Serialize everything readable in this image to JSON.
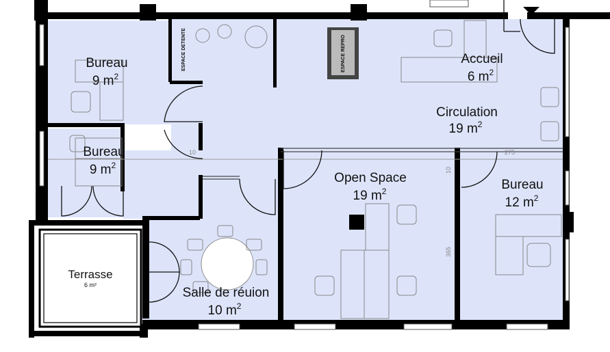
{
  "rooms": {
    "bureau_1": {
      "name": "Bureau",
      "area_num": "9 m",
      "area_sup": "2"
    },
    "bureau_2": {
      "name": "Bureau",
      "area_num": "9 m",
      "area_sup": "2"
    },
    "accueil": {
      "name": "Accueil",
      "area_num": "6 m",
      "area_sup": "2"
    },
    "circulation": {
      "name": "Circulation",
      "area_num": "19 m",
      "area_sup": "2"
    },
    "open_space": {
      "name": "Open Space",
      "area_num": "19 m",
      "area_sup": "2"
    },
    "bureau_3": {
      "name": "Bureau",
      "area_num": "12 m",
      "area_sup": "2"
    },
    "terrasse": {
      "name": "Terrasse",
      "area_small": "6 m²"
    },
    "salle_reunion": {
      "name": "Salle de réuion",
      "area_num": "10 m",
      "area_sup": "2"
    }
  },
  "zones": {
    "espace_detente": "ESPACE DETENTE",
    "espace_repro": "ESPACE REPRO"
  },
  "dimensions": {
    "d1": "10",
    "d2": "10",
    "d3": "365",
    "d4": "275"
  },
  "colors": {
    "floor": "#dde4fa",
    "wall": "#000000",
    "furniture_line": "#888888"
  }
}
